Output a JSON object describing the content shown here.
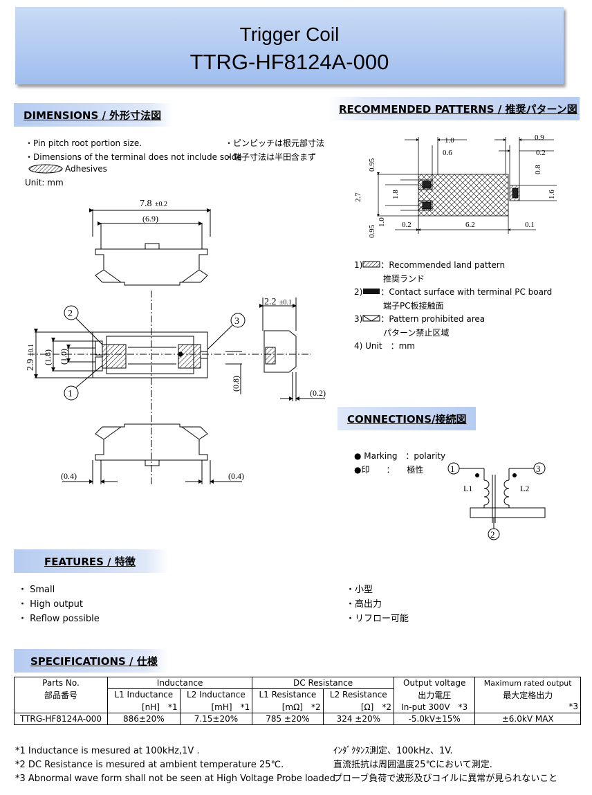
{
  "header": {
    "title": "Trigger Coil",
    "part": "TTRG-HF8124A-000"
  },
  "dimensions": {
    "heading": "DIMENSIONS / 外形寸法図",
    "note1_en": "・Pin pitch root portion size.",
    "note1_jp": "・ピンピッチは根元部寸法",
    "note2_en": "・Dimensions of the terminal does not include solde",
    "note2_jp": "・端子寸法は半田含まず",
    "adhesives": "Adhesives",
    "unit": "Unit: mm",
    "d_width": "7.8",
    "d_width_tol": "±0.2",
    "d_inner": "(6.9)",
    "d_height": "2.2",
    "d_height_tol": "±0.1",
    "d_29": "2.9",
    "d_29_tol": "±0.1",
    "d_18": "(1.8)",
    "d_10": "(1.0)",
    "d_08": "(0.8)",
    "d_02": "(0.2)",
    "d_04a": "(0.4)",
    "d_04b": "(0.4)",
    "pin1": "1",
    "pin2": "2",
    "pin3": "3"
  },
  "patterns": {
    "heading": "RECOMMENDED PATTERNS / 推奨パターン図",
    "dims": {
      "a": "1.0",
      "b": "0.6",
      "c": "0.9",
      "d": "0.2",
      "e": "0.95",
      "f": "2.7",
      "g": "1.8",
      "h": "1.0",
      "i": "0.95",
      "j": "0.8",
      "k": "1.6",
      "l": "0.2",
      "m": "6.2",
      "n": "0.1"
    },
    "legend": [
      {
        "num": "1)",
        "en": "：Recommended land pattern",
        "jp": "推奨ランド"
      },
      {
        "num": "2)",
        "en": "：Contact surface with terminal PC board",
        "jp": "端子PC板接触面"
      },
      {
        "num": "3)",
        "en": "：Pattern prohibited area",
        "jp": "パターン禁止区域"
      },
      {
        "num": "4) Unit",
        "en": "　：mm",
        "jp": ""
      }
    ]
  },
  "connections": {
    "heading": "CONNECTIONS/接続図",
    "marking_en": "● Marking　：polarity",
    "marking_jp": "●印　　：　　極性",
    "l1": "L1",
    "l2": "L2",
    "p1": "1",
    "p2": "2",
    "p3": "3"
  },
  "features": {
    "heading": "FEATURES / 特徴",
    "en": [
      "・ Small",
      "・ High output",
      "・ Reflow possible"
    ],
    "jp": [
      "・小型",
      "・高出力",
      "・リフロー可能"
    ]
  },
  "specifications": {
    "heading": "SPECIFICATIONS / 仕様",
    "h_parts": "Parts No.",
    "h_parts_jp": "部品番号",
    "h_ind": "Inductance",
    "h_dcr": "DC Resistance",
    "h_out": "Output voltage",
    "h_out_jp": "出力電圧",
    "h_max": "Maximum rated output",
    "h_max_jp": "最大定格出力",
    "h_l1i": "L1 Inductance",
    "h_l2i": "L2 Inductance",
    "h_l1r": "L1 Resistance",
    "h_l2r": "L2 Resistance",
    "u_l1i": "[nH]　*1",
    "u_l2i": "[mH]　*1",
    "u_l1r": "[mΩ]　*2",
    "u_l2r": "[Ω]　*2",
    "u_out": "In-put 300V　*3",
    "u_max": "*3",
    "row": {
      "part": "TTRG-HF8124A-000",
      "l1i": "886±20%",
      "l2i": "7.15±20%",
      "l1r": "785 ±20%",
      "l2r": "324 ±20%",
      "out": "-5.0kV±15%",
      "max": "±6.0kV MAX"
    }
  },
  "footnotes": [
    {
      "en": "*1 Inductance is mesured at 100kHz,1V .",
      "jp": "ｲﾝﾀﾞｸﾀﾝｽ測定、100kHz、1V."
    },
    {
      "en": "*2 DC Resistance is mesured at ambient temperature 25℃.",
      "jp": "直流抵抗は周囲温度25℃において測定."
    },
    {
      "en": "*3 Abnormal wave form shall not be seen at High Voltage Probe loaded.",
      "jp": "プローブ負荷で波形及びコイルに異常が見られないこと"
    }
  ]
}
